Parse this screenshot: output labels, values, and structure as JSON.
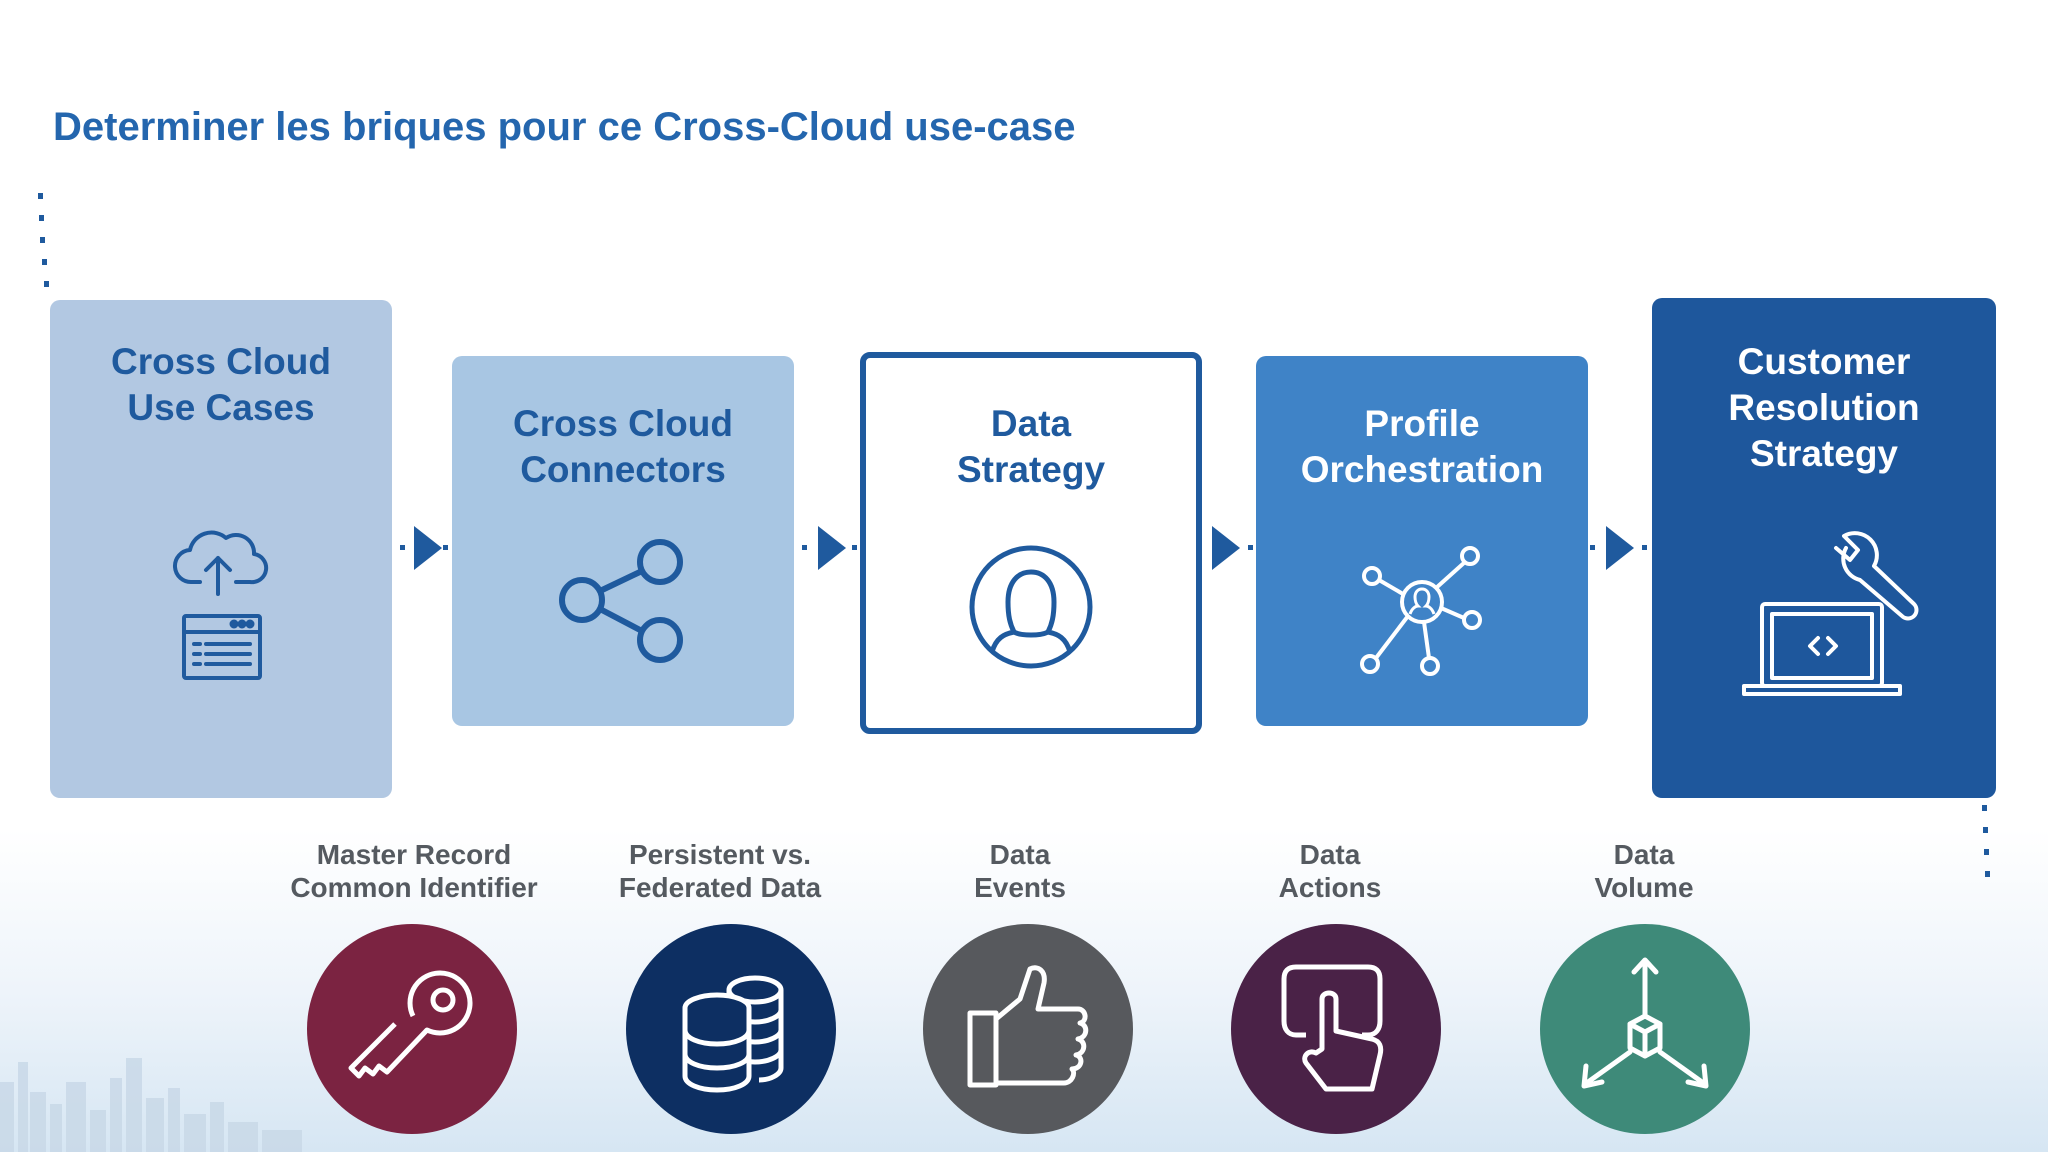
{
  "title": "Determiner les briques pour ce Cross-Cloud use-case",
  "colors": {
    "title": "#2466ae",
    "card_light": "#b2c8e2",
    "card_mid": "#a8c6e3",
    "card_border": "#1f5a9e",
    "card_bright": "#3f83c7",
    "card_dark": "#1e579c",
    "key_circle": "#7b2341",
    "db_circle": "#0d2f62",
    "thumb_circle": "#57595d",
    "touch_circle": "#4a2247",
    "cube_circle": "#3e8a79"
  },
  "cards": [
    {
      "id": "cross-cloud-use-cases",
      "title_lines": [
        "Cross Cloud",
        "Use Cases"
      ],
      "icon": "cloud-upload-icon"
    },
    {
      "id": "cross-cloud-connectors",
      "title_lines": [
        "Cross Cloud",
        "Connectors"
      ],
      "icon": "share-icon"
    },
    {
      "id": "data-strategy",
      "title_lines": [
        "Data",
        "Strategy"
      ],
      "icon": "person-icon"
    },
    {
      "id": "profile-orchestration",
      "title_lines": [
        "Profile",
        "Orchestration"
      ],
      "icon": "network-icon"
    },
    {
      "id": "customer-resolution-strategy",
      "title_lines": [
        "Customer",
        "Resolution",
        "Strategy"
      ],
      "icon": "laptop-wrench-icon"
    }
  ],
  "building_blocks": [
    {
      "label_lines": [
        "Master Record",
        "Common Identifier"
      ],
      "icon": "key-icon"
    },
    {
      "label_lines": [
        "Persistent vs.",
        "Federated Data"
      ],
      "icon": "database-icon"
    },
    {
      "label_lines": [
        "Data",
        "Events"
      ],
      "icon": "thumbs-up-icon"
    },
    {
      "label_lines": [
        "Data",
        "Actions"
      ],
      "icon": "touch-icon"
    },
    {
      "label_lines": [
        "Data",
        "Volume"
      ],
      "icon": "cube-icon"
    }
  ]
}
